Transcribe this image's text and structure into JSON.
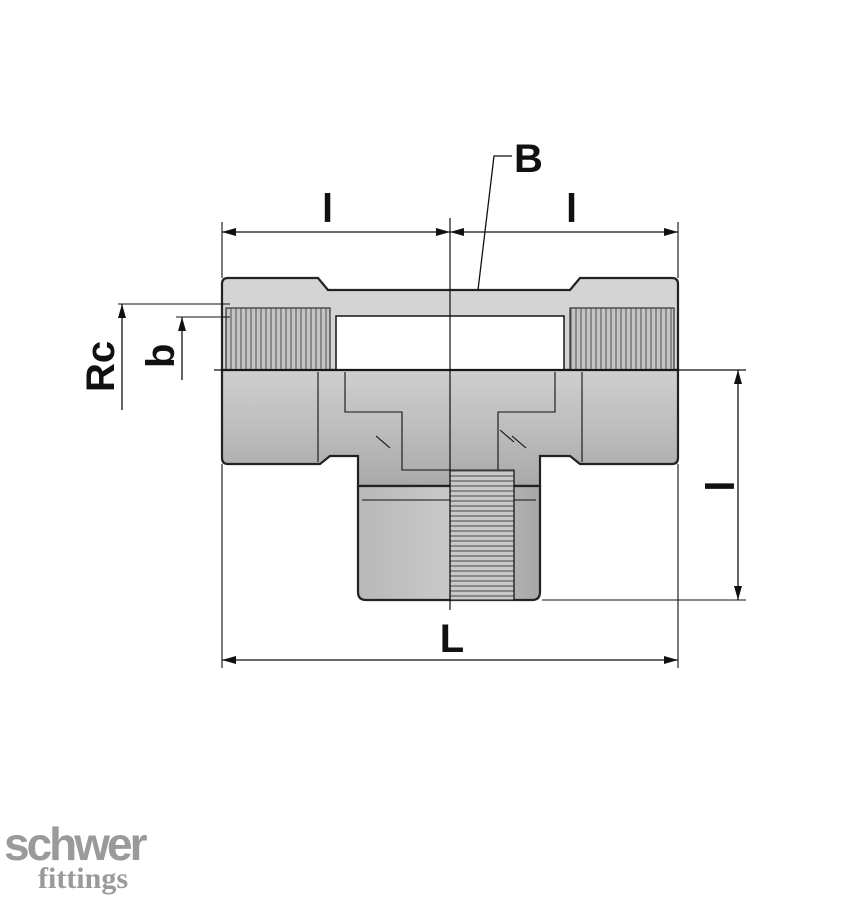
{
  "labels": {
    "branch": "B",
    "left_length": "l",
    "right_length": "l",
    "side_length": "l",
    "overall_length": "L",
    "thread_size": "Rc",
    "thread_depth": "b"
  },
  "logo": {
    "name": "schwer",
    "sub": "fittings"
  },
  "colors": {
    "body_light": "#d6d6d6",
    "body_shade": "#b3b3b3",
    "outline": "#222222",
    "logo": "#9a9a9a"
  }
}
